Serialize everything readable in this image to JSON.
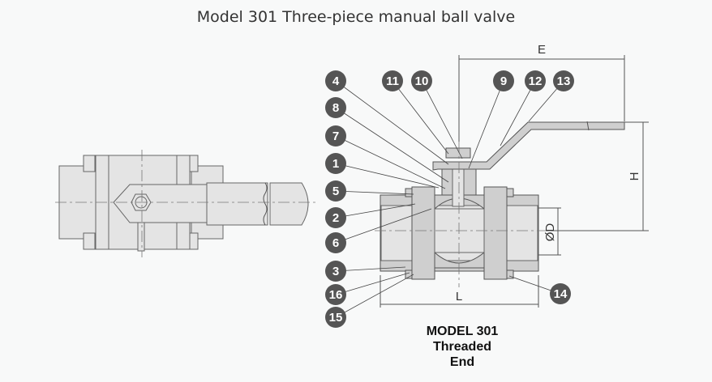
{
  "title": "Model 301 Three-piece manual ball valve",
  "callouts": [
    "4",
    "11",
    "10",
    "9",
    "12",
    "13",
    "8",
    "7",
    "1",
    "5",
    "2",
    "6",
    "3",
    "16",
    "15",
    "14"
  ],
  "dimensions": {
    "E": "E",
    "H": "H",
    "D": "ØD",
    "L": "L"
  },
  "caption": {
    "line1": "MODEL 301",
    "line2": "Threaded",
    "line3": "End"
  }
}
